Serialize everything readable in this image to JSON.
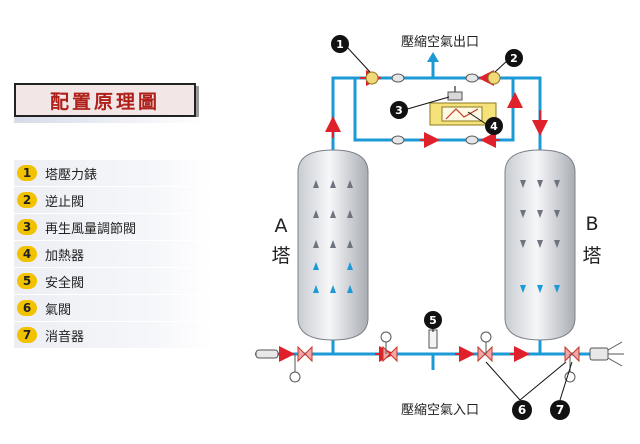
{
  "title": "配置原理圖",
  "legend": [
    {
      "num": "1",
      "label": "塔壓力錶"
    },
    {
      "num": "2",
      "label": "逆止閥"
    },
    {
      "num": "3",
      "label": "再生風量調節閥"
    },
    {
      "num": "4",
      "label": "加熱器"
    },
    {
      "num": "5",
      "label": "安全閥"
    },
    {
      "num": "6",
      "label": "氣閥"
    },
    {
      "num": "7",
      "label": "消音器"
    }
  ],
  "diagram": {
    "outlet_label": "壓縮空氣出口",
    "inlet_label": "壓縮空氣入口",
    "tower_a": {
      "letter": "A",
      "char": "塔"
    },
    "tower_b": {
      "letter": "B",
      "char": "塔"
    },
    "markers": {
      "m1": "1",
      "m2": "2",
      "m3": "3",
      "m4": "4",
      "m5": "5",
      "m6": "6",
      "m7": "7"
    }
  },
  "colors": {
    "pipe": "#1b9ad6",
    "flow": "#e0202a",
    "marker": "#111111",
    "title_text": "#b0201a",
    "badge": "#f2c200"
  }
}
